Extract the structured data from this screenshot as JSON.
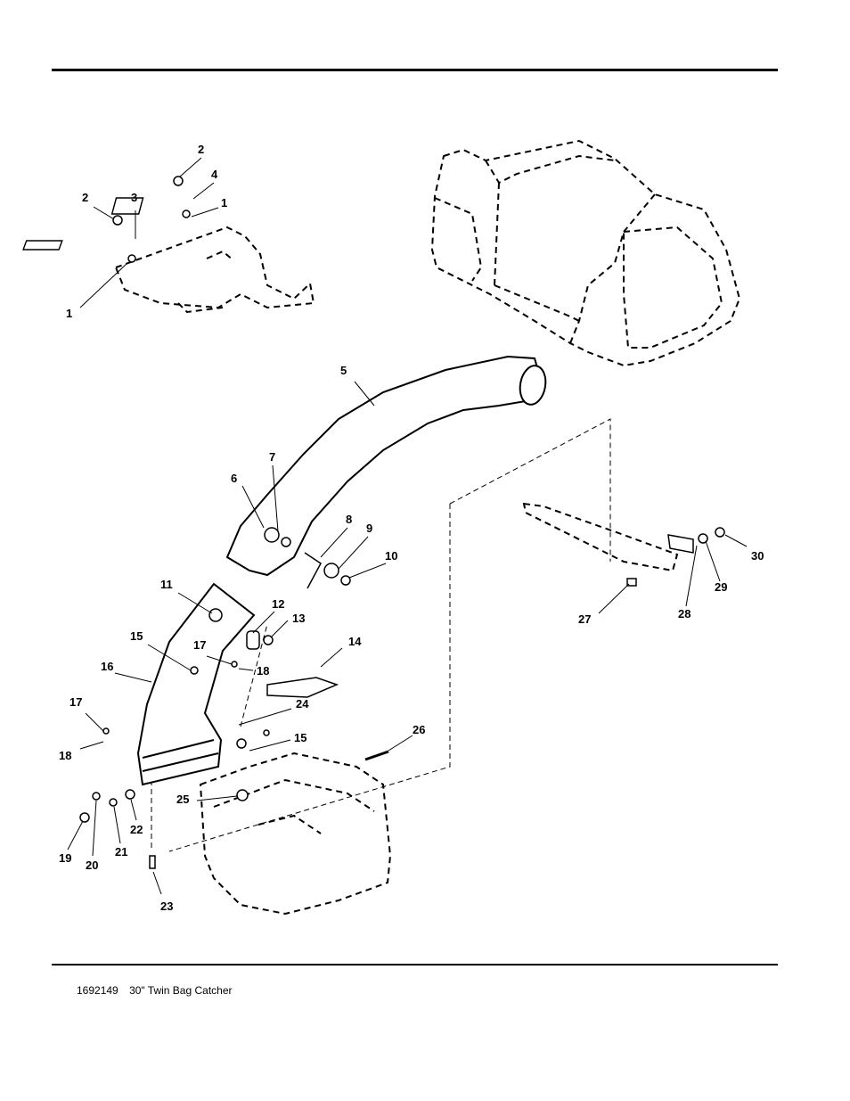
{
  "footer": {
    "part_number": "1692149",
    "title": "30\" Twin Bag Catcher"
  },
  "callouts": {
    "c1a": "2",
    "c2a": "4",
    "c3a": "1",
    "c4a": "2",
    "c5a": "3",
    "c6a": "1",
    "c5": "5",
    "c7": "7",
    "c6": "6",
    "c8": "8",
    "c9": "9",
    "c10": "10",
    "c11": "11",
    "c12": "12",
    "c13": "13",
    "c14": "14",
    "c15a": "15",
    "c16": "16",
    "c17a": "17",
    "c18a": "18",
    "c17b": "17",
    "c18b": "18",
    "c24": "24",
    "c15b": "15",
    "c26": "26",
    "c25": "25",
    "c22": "22",
    "c21": "21",
    "c19": "19",
    "c20": "20",
    "c23": "23",
    "c27": "27",
    "c28": "28",
    "c29": "29",
    "c30": "30"
  }
}
